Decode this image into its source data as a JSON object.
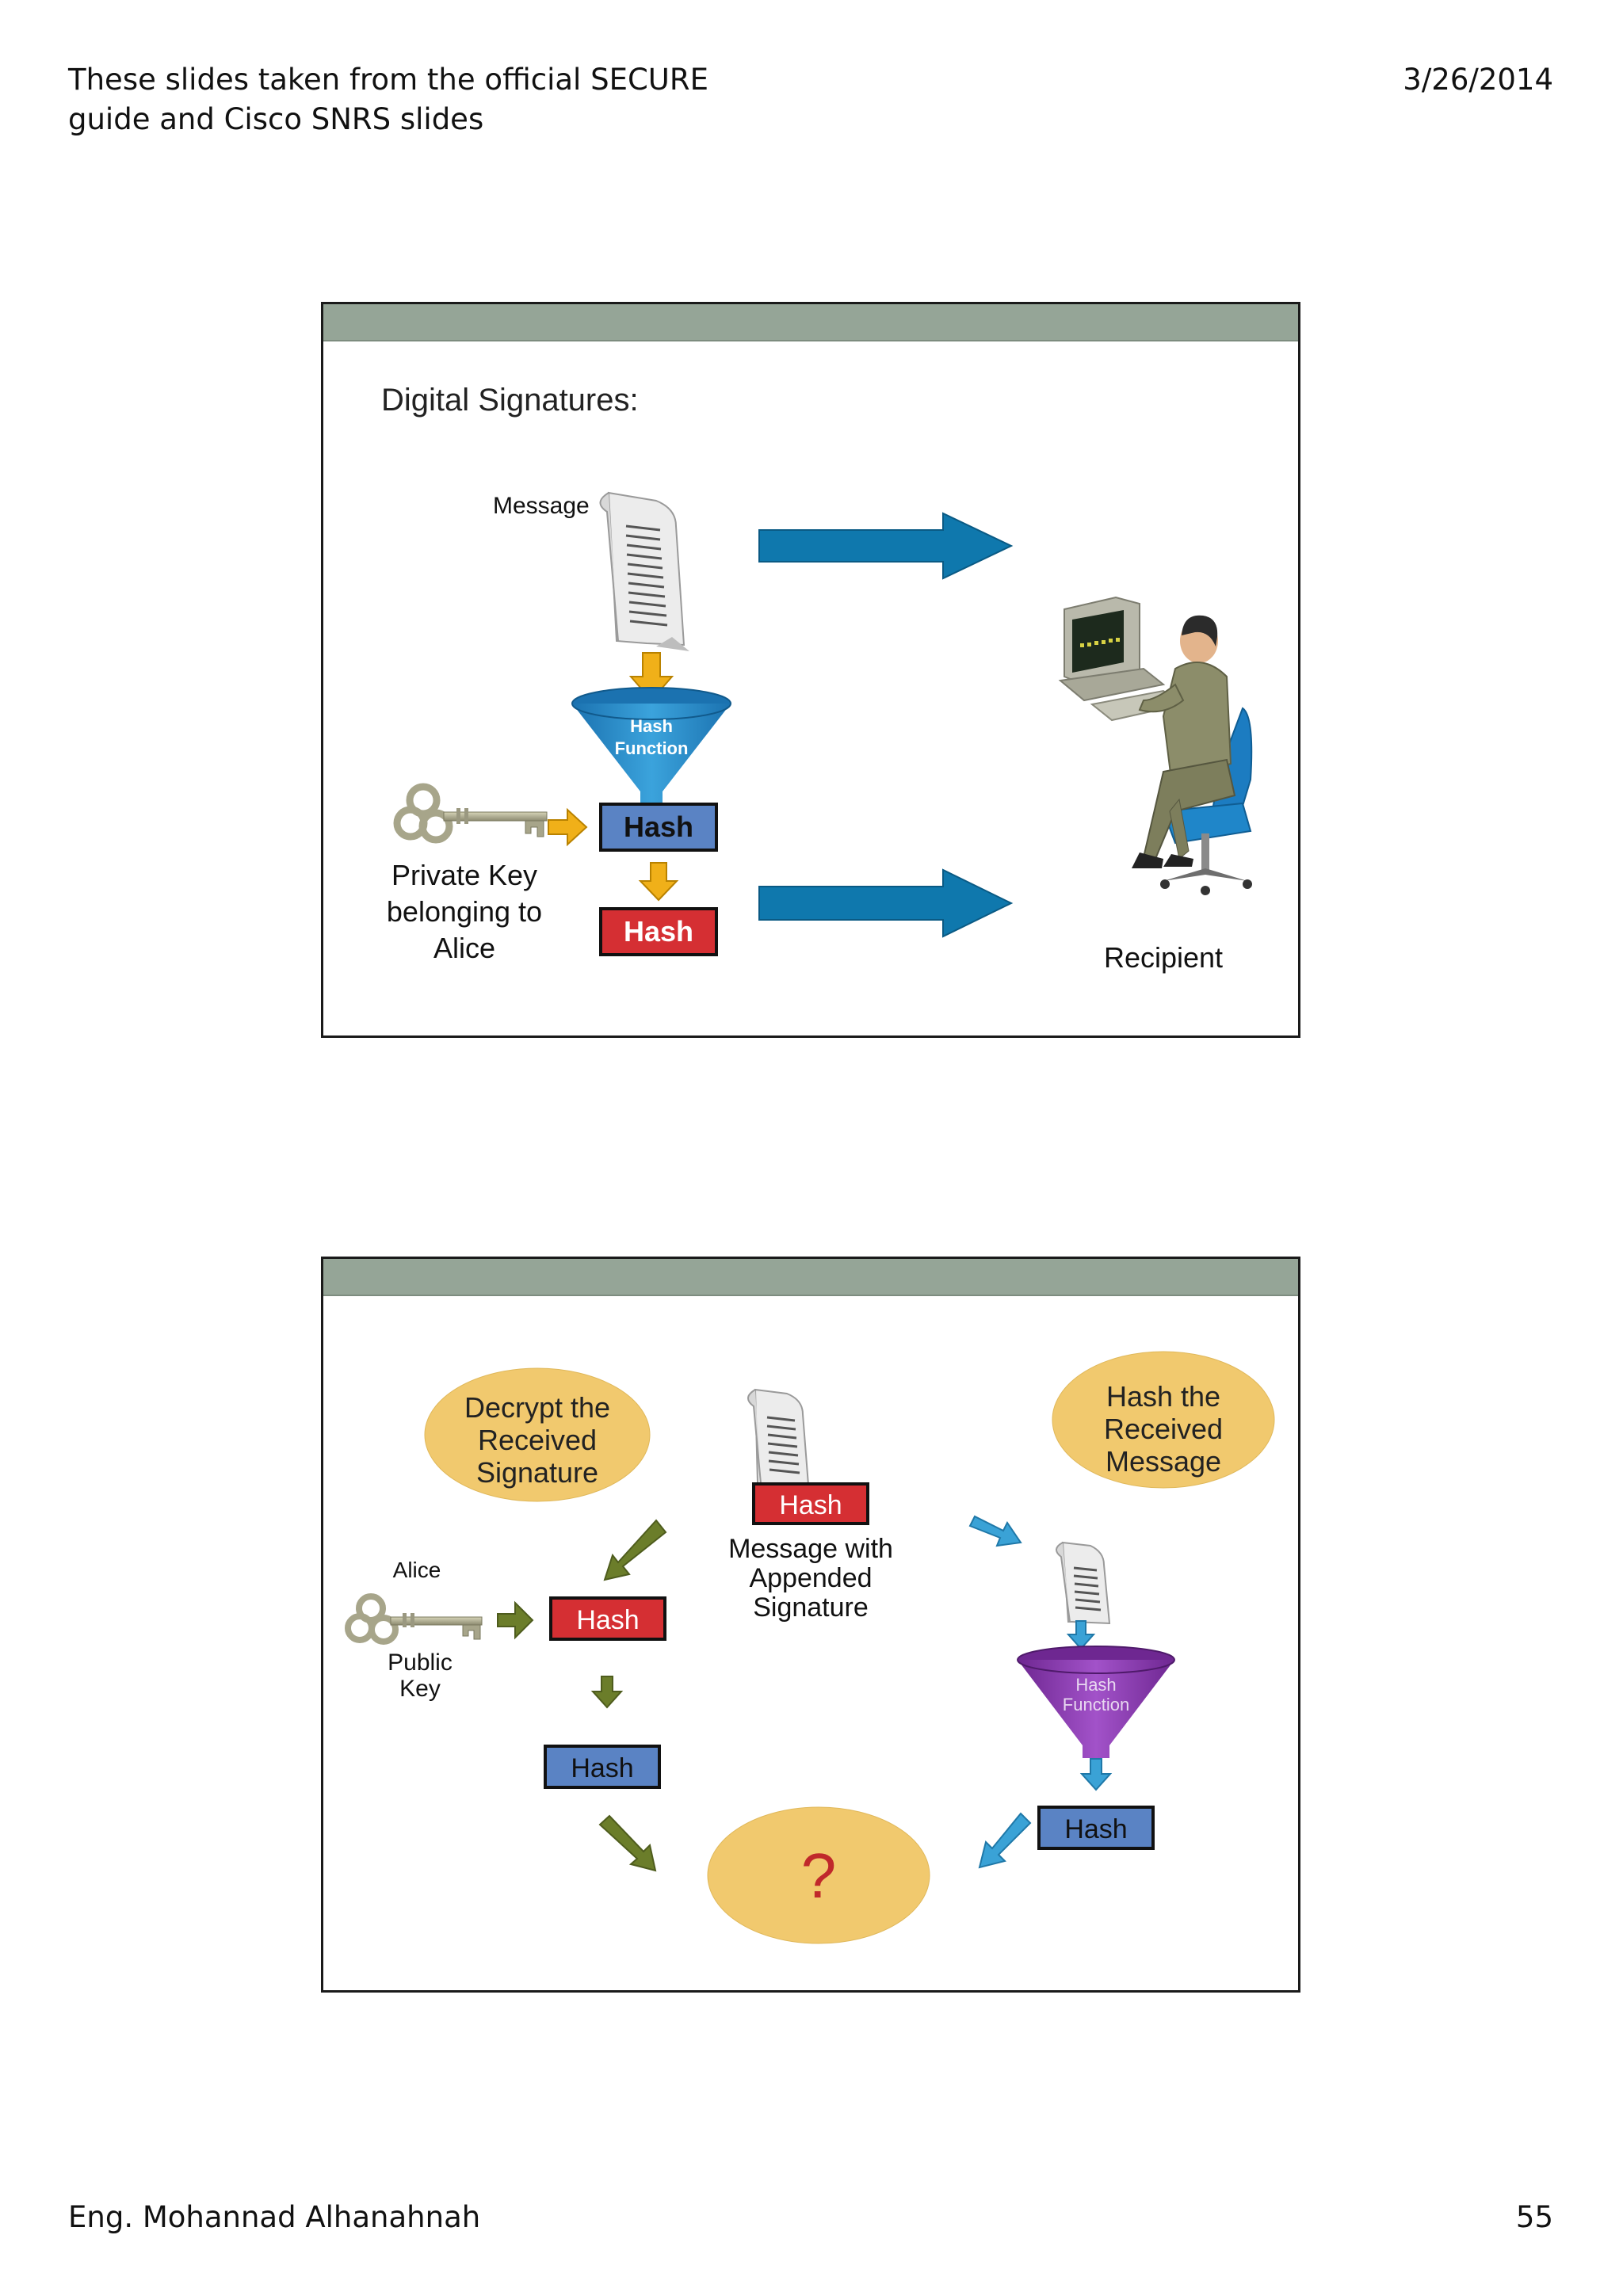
{
  "page": {
    "header_left_line1": "These slides taken from the official SECURE",
    "header_left_line2": "guide and Cisco SNRS slides",
    "date": "3/26/2014",
    "author": "Eng. Mohannad Alhanahnah",
    "page_number": "55"
  },
  "slide1": {
    "title": "Digital Signatures:",
    "message_label": "Message",
    "funnel_line1": "Hash",
    "funnel_line2": "Function",
    "hash_box_blue": "Hash",
    "hash_box_red": "Hash",
    "key_line1": "Private Key",
    "key_line2": "belonging to",
    "key_line3": "Alice",
    "recipient_label": "Recipient"
  },
  "slide2": {
    "decrypt_line1": "Decrypt the",
    "decrypt_line2": "Received",
    "decrypt_line3": "Signature",
    "alice_label": "Alice",
    "public_key_line1": "Public",
    "public_key_line2": "Key",
    "red_hash": "Hash",
    "blue_hash_left": "Hash",
    "message_hash": "Hash",
    "message_line1": "Message with",
    "message_line2": "Appended",
    "message_line3": "Signature",
    "hash_msg_line1": "Hash the",
    "hash_msg_line2": "Received",
    "hash_msg_line3": "Message",
    "funnel_line1": "Hash",
    "funnel_line2": "Function",
    "blue_hash_right": "Hash",
    "question": "?"
  },
  "colors": {
    "slide_bar": "#95a597",
    "arrow_blue": "#0f78ad",
    "arrow_gold": "#f0b019",
    "arrow_green": "#6b7d2a",
    "arrow_light_blue": "#3aa2d6",
    "hash_blue": "#5a83c4",
    "hash_red": "#d52f33",
    "ellipse_gold": "#f1c96e",
    "funnel_purple": "#8b3ab3",
    "question_red": "#c0282b"
  }
}
